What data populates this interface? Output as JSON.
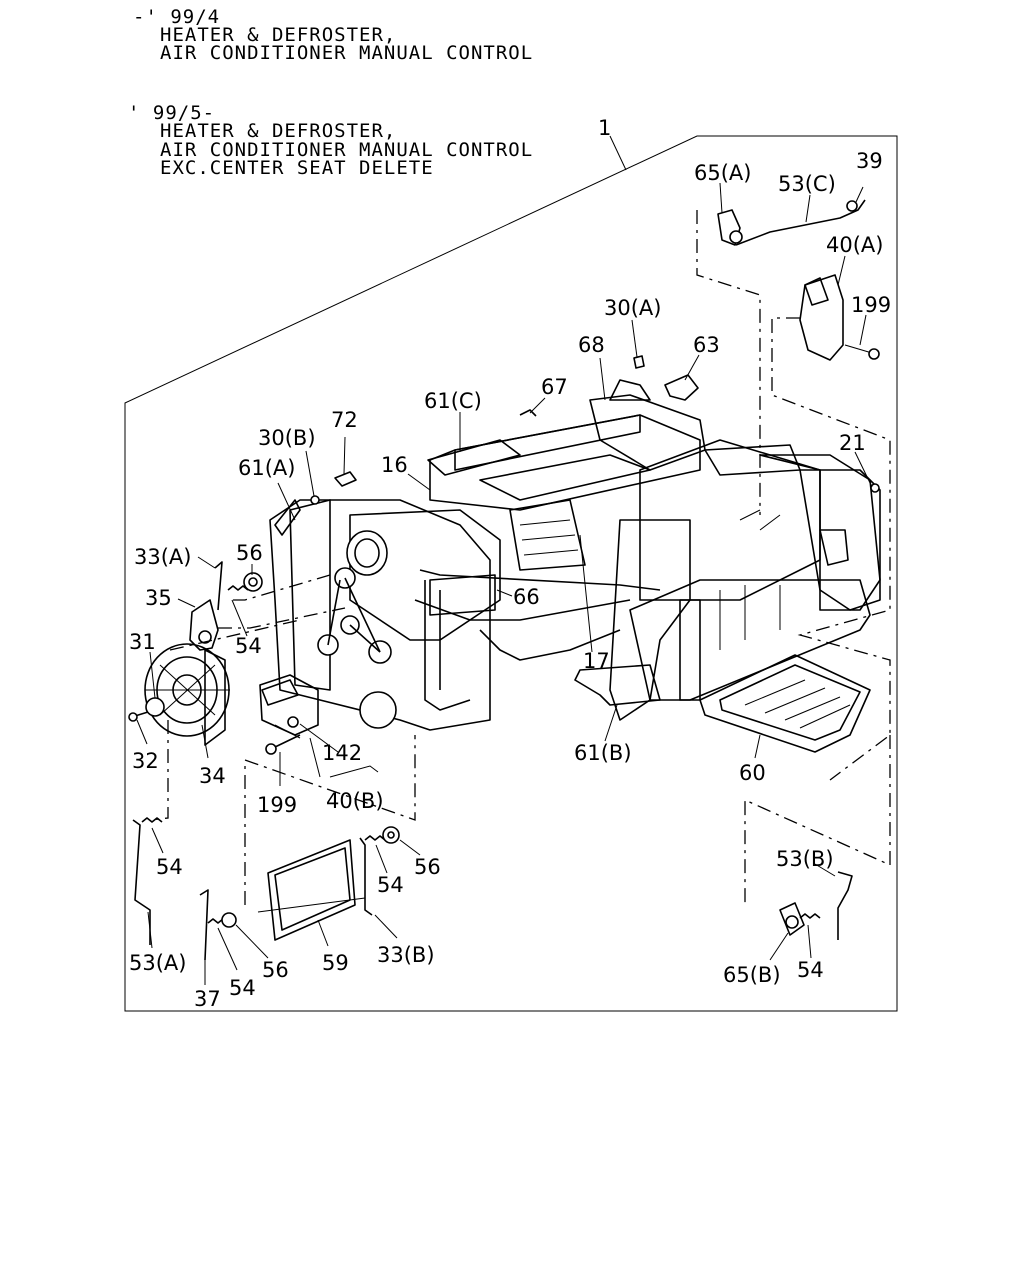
{
  "header": {
    "block1": {
      "line1": "-' 99/4",
      "line2": "HEATER & DEFROSTER,",
      "line3": "AIR CONDITIONER MANUAL CONTROL"
    },
    "block2": {
      "line1": "' 99/5-",
      "line2": "HEATER & DEFROSTER,",
      "line3": "AIR CONDITIONER MANUAL CONTROL",
      "line4": "EXC.CENTER SEAT DELETE"
    }
  },
  "callouts": {
    "c1": "1",
    "c39": "39",
    "c65a": "65(A)",
    "c53c": "53(C)",
    "c40a": "40(A)",
    "c199a": "199",
    "c30a": "30(A)",
    "c68": "68",
    "c63": "63",
    "c67": "67",
    "c61c": "61(C)",
    "c72": "72",
    "c30b": "30(B)",
    "c16": "16",
    "c61a": "61(A)",
    "c21": "21",
    "c33a": "33(A)",
    "c56a": "56",
    "c35": "35",
    "c66": "66",
    "c54a": "54",
    "c31": "31",
    "c17": "17",
    "c61b": "61(B)",
    "c32": "32",
    "c34": "34",
    "c142": "142",
    "c40b": "40(B)",
    "c199b": "199",
    "c60": "60",
    "c54b": "54",
    "c56b": "56",
    "c54c": "54",
    "c53b": "53(B)",
    "c53a": "53(A)",
    "c56c": "56",
    "c59": "59",
    "c33b": "33(B)",
    "c37": "37",
    "c54d": "54",
    "c65b": "65(B)",
    "c54e": "54"
  }
}
